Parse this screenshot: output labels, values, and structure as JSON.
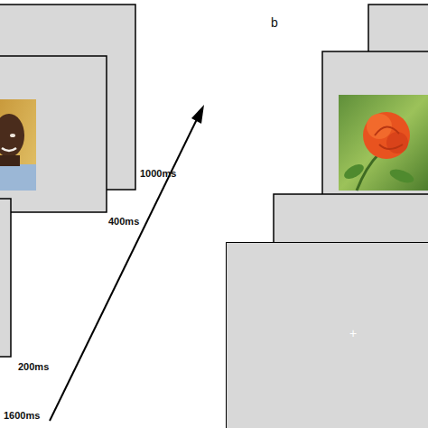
{
  "diagram": {
    "nodes": [
      {
        "text": [
          "+"
        ]
      }
    ],
    "labels": [
      "1000ms",
      "400ms",
      "200ms",
      "1600ms",
      "b"
    ]
  }
}
